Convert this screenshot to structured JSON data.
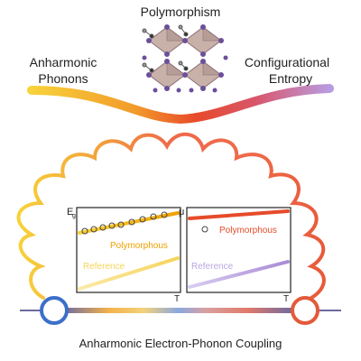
{
  "labels": {
    "top": "Polymorphism",
    "left_line1": "Anharmonic",
    "left_line2": "Phonons",
    "right_line1": "Configurational",
    "right_line2": "Entropy",
    "bottom": "Anharmonic Electron-Phonon Coupling"
  },
  "panel_left": {
    "y_label": "E",
    "y_sub": "g",
    "x_label": "T",
    "poly_label": "Polymorphous",
    "ref_label": "Reference"
  },
  "panel_right": {
    "y_label": "μ",
    "x_label": "T",
    "poly_label": "Polymorphous",
    "ref_label": "Reference"
  },
  "colors": {
    "orange": "#f0a000",
    "yellow": "#f7d23a",
    "red": "#e64b2a",
    "purple": "#a98bd6",
    "blue": "#3c6fc9",
    "text": "#222222"
  }
}
